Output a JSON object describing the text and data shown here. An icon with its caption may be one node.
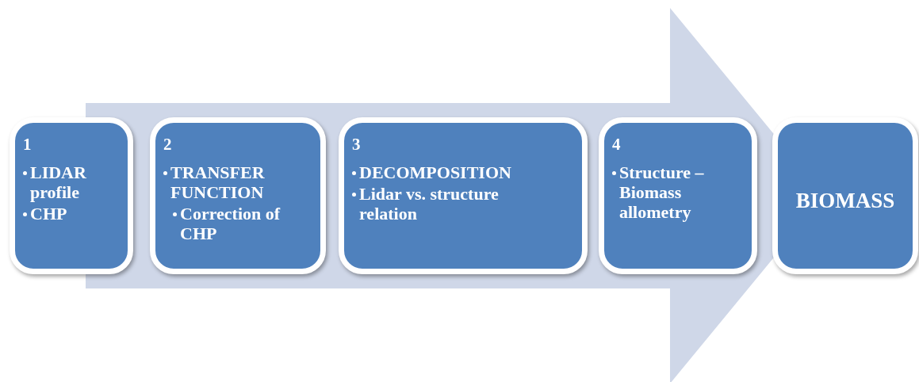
{
  "diagram": {
    "nodes": [
      {
        "text": [
          "1",
          "LIDAR profile",
          "CHP"
        ]
      },
      {
        "text": [
          "2",
          "TRANSFER FUNCTION",
          "Correction of CHP"
        ]
      },
      {
        "text": [
          "3",
          "DECOMPOSITION",
          "Lidar vs.  structure relation"
        ]
      },
      {
        "text": [
          "4",
          "Structure – Biomass allometry"
        ]
      },
      {
        "text": [
          "BIOMASS"
        ]
      }
    ],
    "edges": [
      {
        "from": 0,
        "to": 4,
        "arrow": "to",
        "style": "thick"
      }
    ]
  }
}
